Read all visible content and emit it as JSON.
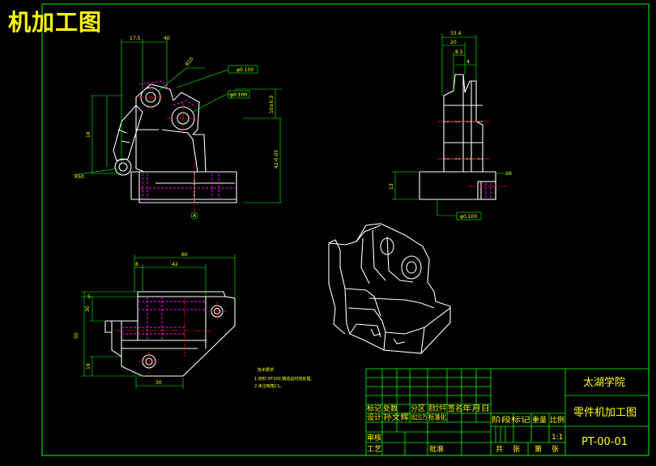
{
  "title": "机加工图",
  "views": {
    "front": {
      "dims": [
        "17.5",
        "40",
        "R10",
        "φ0.100",
        "φ0.100",
        "R50",
        "18",
        "10±0.3",
        "42-0.05",
        "A"
      ]
    },
    "side": {
      "dims": [
        "33.4",
        "20",
        "8.5",
        "4",
        "10",
        "φ0.100",
        "13"
      ]
    },
    "top": {
      "dims": [
        "60",
        "8",
        "42",
        "5",
        "30",
        "50",
        "19",
        "30"
      ]
    }
  },
  "notes": {
    "heading": "技术要求",
    "lines": [
      "1.材料:HT200,铸造后时效处理。",
      "2.未注倒角C1。"
    ]
  },
  "title_block": {
    "school": "太湖学院",
    "drawing_name": "零件机加工图",
    "drawing_no": "PT-00-01",
    "scale": "1:1",
    "rev_headers": [
      "标记",
      "处数",
      "分区",
      "更改文件号",
      "签名",
      "年月日"
    ],
    "design_row": [
      "设计",
      "孙文辉",
      "0823175",
      "标准化"
    ],
    "review": "审核",
    "process": "工艺",
    "approve": "批准",
    "stage_headers": [
      "阶段标记",
      "重量",
      "比例"
    ],
    "sheets": [
      "共张",
      "第张"
    ]
  },
  "colors": {
    "border": "#00ff00",
    "part": "#ffffff",
    "dimension": "#00ff00",
    "hidden": "#ff00ff",
    "center": "#ff0000",
    "text": "#ffff00"
  }
}
